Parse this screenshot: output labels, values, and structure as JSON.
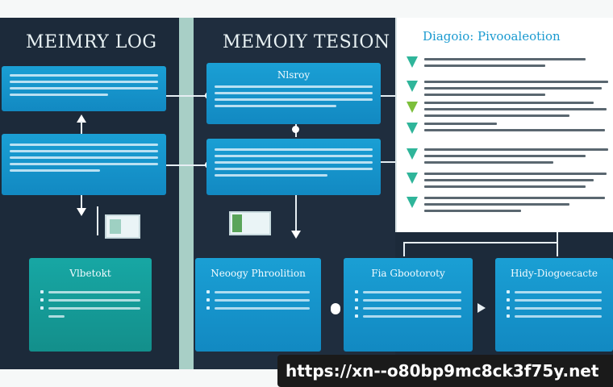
{
  "columns": {
    "left_title": "MEIMRY LOG",
    "middle_title": "MEMOIY TESION"
  },
  "boxes": {
    "top_left": {
      "heading": ""
    },
    "mid_left": {
      "heading": ""
    },
    "top_middle": {
      "heading": "Nlsroy"
    },
    "mid_middle": {
      "heading": ""
    },
    "bottom_1": {
      "heading": "Vlbetokt"
    },
    "bottom_2": {
      "heading": "Neoogy Phroolition"
    },
    "bottom_3": {
      "heading": "Fia  Gbootoroty"
    },
    "bottom_4": {
      "heading": "Hidy-Diogoecacte"
    }
  },
  "panel": {
    "title": "Diagoio: Pivooaleotion"
  },
  "watermark": {
    "url": "https://xn--o80bp9mc8ck3f75y.net"
  },
  "colors": {
    "background": "#1c2a3a",
    "box_blue": "#1a9fd4",
    "box_teal": "#17a7a4",
    "divider": "#a8cfc6",
    "panel_title": "#1a9ad0",
    "icon_green": "#2fb59a"
  }
}
